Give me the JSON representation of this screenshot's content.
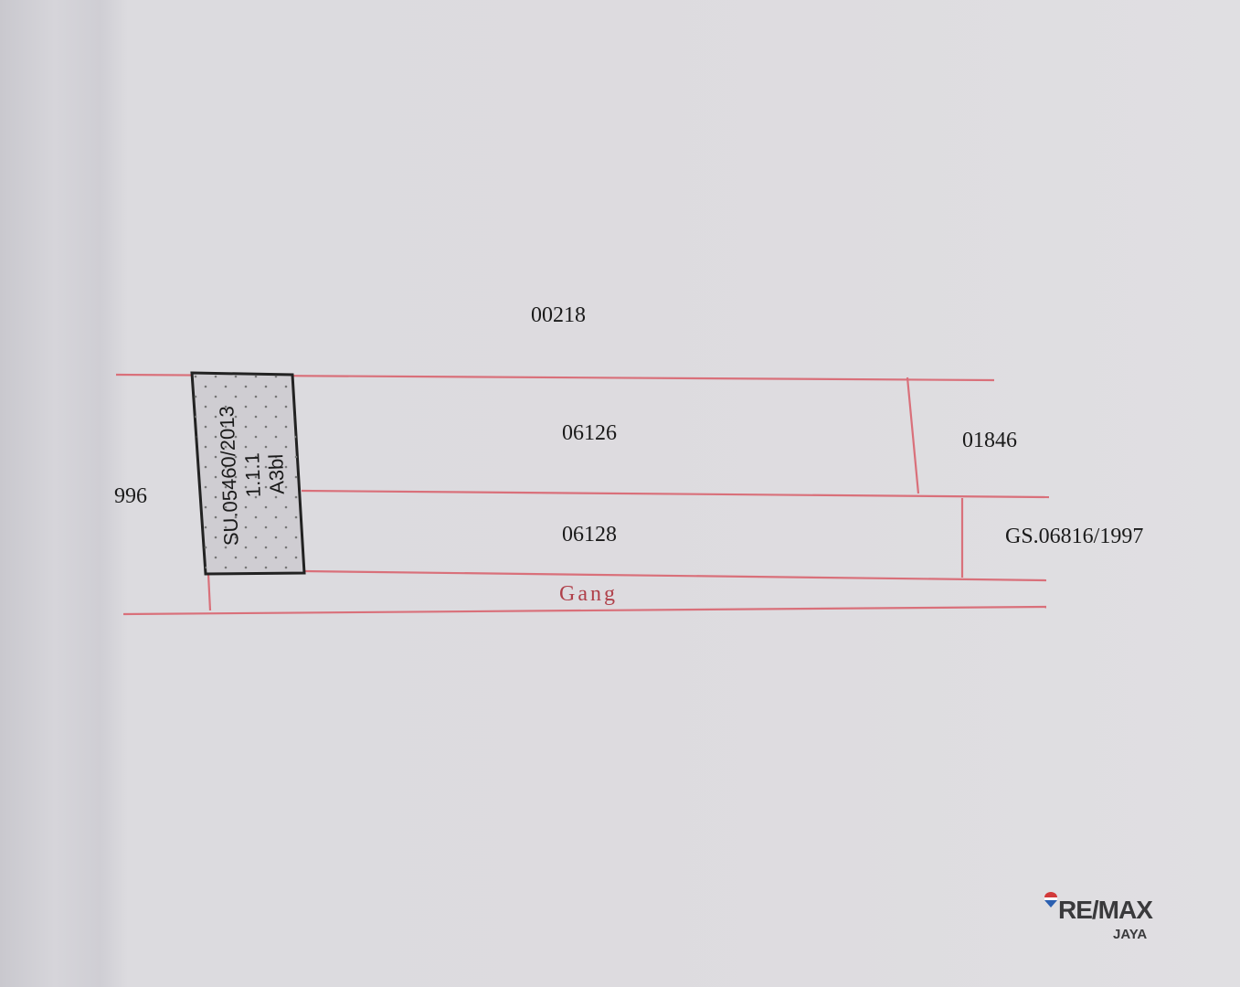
{
  "parcels": {
    "north": "00218",
    "upper": "06126",
    "lower": "06128",
    "east_upper": "01846",
    "east_lower": "GS.06816/1997",
    "west": "996"
  },
  "subject_parcel": {
    "line1": "SU.05460/2013",
    "line2": "1.1.1",
    "line3": "A3bl"
  },
  "road_label": "Gang",
  "colors": {
    "boundary": "#d9707a",
    "subject_border": "#222222",
    "road_text": "#b0404a"
  },
  "logo": {
    "brand": "RE/MAX",
    "office": "JAYA"
  }
}
